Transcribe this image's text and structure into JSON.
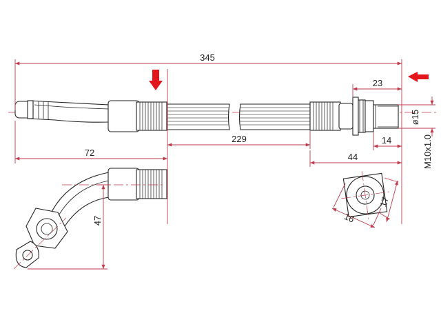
{
  "dimensions": {
    "overall_length": "345",
    "hose_length": "229",
    "fitting_length": "72",
    "end_fitting_length": "44",
    "end_body_length": "23",
    "thread_length": "14",
    "bend_offset": "47",
    "nut_width_a": "16",
    "nut_width_b": "17",
    "diameter": "ø15",
    "thread_spec": "M10x1.0"
  },
  "colors": {
    "dimension": "#c0394a",
    "arrow": "#e3171b",
    "outline": "#222222"
  }
}
